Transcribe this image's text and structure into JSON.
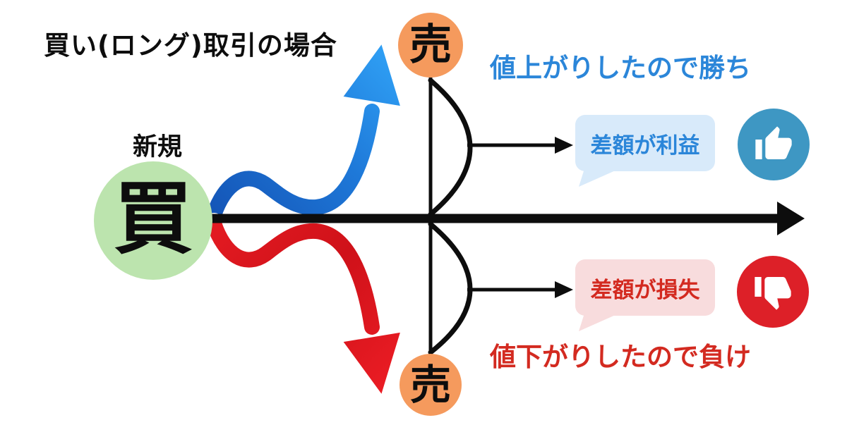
{
  "title": "買い(ロング)取引の場合",
  "entry": {
    "label": "新規",
    "node_label": "買"
  },
  "exit_top": {
    "node_label": "売"
  },
  "exit_bottom": {
    "node_label": "売"
  },
  "win": {
    "headline": "値上がりしたので勝ち",
    "bubble_label": "差額が利益",
    "icon": "thumbs-up"
  },
  "lose": {
    "headline": "値下がりしたので負け",
    "bubble_label": "差額が損失",
    "icon": "thumbs-down"
  },
  "colors": {
    "ink": "#0d0d0d",
    "blue-text": "#2b86d9",
    "red-text": "#d32a20",
    "green-node": "#bce4ae",
    "orange-node": "#f59a5d",
    "bubble-blue": "#d8eafa",
    "bubble-pink": "#f8dcdd",
    "badge-blue": "#3e97c3",
    "badge-red": "#dd2028",
    "arrow-blue-dark": "#1454b6",
    "arrow-blue-light": "#2f9ff4",
    "arrow-red-dark": "#cf1119",
    "arrow-red-light": "#ea1c24"
  }
}
